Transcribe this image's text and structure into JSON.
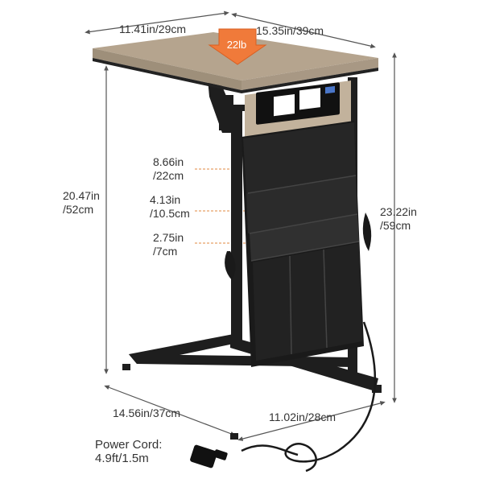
{
  "dims": {
    "top_depth": "11.41in/29cm",
    "top_width": "15.35in/39cm",
    "left_height_line1": "20.47in",
    "left_height_line2": "/52cm",
    "right_height_line1": "23.22in",
    "right_height_line2": "/59cm",
    "pocket1_line1": "8.66in",
    "pocket1_line2": "/22cm",
    "pocket2_line1": "4.13in",
    "pocket2_line2": "/10.5cm",
    "pocket3_line1": "2.75in",
    "pocket3_line2": "/7cm",
    "base_depth": "14.56in/37cm",
    "base_width": "11.02in/28cm",
    "cord_line1": "Power Cord:",
    "cord_line2": "4.9ft/1.5m"
  },
  "load_badge": "22lb",
  "colors": {
    "wood": "#b5a48e",
    "frame": "#1e1e1e",
    "badge": "#f07a3a",
    "dim_line": "#555555",
    "pocket_guide": "#e08a40"
  }
}
